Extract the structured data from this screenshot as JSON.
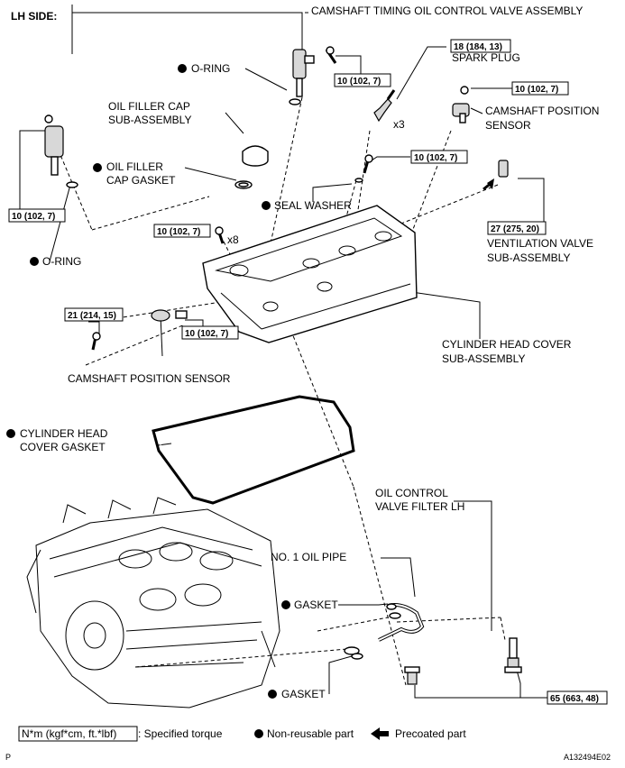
{
  "header": {
    "side_label": "LH SIDE:"
  },
  "labels": {
    "ocv_assy": "CAMSHAFT TIMING OIL CONTROL VALVE ASSEMBLY",
    "oring_top": "O-RING",
    "oring_left": "O-RING",
    "spark_plug": "SPARK PLUG",
    "spark_qty": "x3",
    "oil_filler_cap_1": "OIL FILLER CAP",
    "oil_filler_cap_2": "SUB-ASSEMBLY",
    "oil_filler_gasket_1": "OIL FILLER",
    "oil_filler_gasket_2": "CAP GASKET",
    "cam_sensor_r_1": "CAMSHAFT POSITION",
    "cam_sensor_r_2": "SENSOR",
    "seal_washer": "SEAL WASHER",
    "bolt_qty": "x8",
    "vent_valve_1": "VENTILATION VALVE",
    "vent_valve_2": "SUB-ASSEMBLY",
    "head_cover_1": "CYLINDER HEAD COVER",
    "head_cover_2": "SUB-ASSEMBLY",
    "cam_sensor_l": "CAMSHAFT POSITION SENSOR",
    "head_gasket_1": "CYLINDER HEAD",
    "head_gasket_2": "COVER GASKET",
    "ocv_filter_1": "OIL CONTROL",
    "ocv_filter_2": "VALVE FILTER LH",
    "oil_pipe": "NO. 1 OIL PIPE",
    "gasket_upper": "GASKET",
    "gasket_lower": "GASKET"
  },
  "torques": {
    "ocv_bolt": "10 (102, 7)",
    "spark_plug": "18 (184, 13)",
    "cam_sensor_r": "10 (102, 7)",
    "ocv_left": "10 (102, 7)",
    "seal_washer_bolt": "10 (102, 7)",
    "cover_bolts": "10 (102, 7)",
    "vent_valve": "27 (275, 20)",
    "cam_sensor_l_bolt": "21 (214, 15)",
    "cam_sensor_l": "10 (102, 7)",
    "union_bolts": "65 (663, 48)"
  },
  "legend": {
    "torque_unit": "N*m (kgf*cm, ft.*lbf)",
    "torque_text": ": Specified torque",
    "nonreusable": "Non-reusable part",
    "precoated": "Precoated part"
  },
  "footer": {
    "page_code": "P",
    "figure_id": "A132494E02"
  }
}
